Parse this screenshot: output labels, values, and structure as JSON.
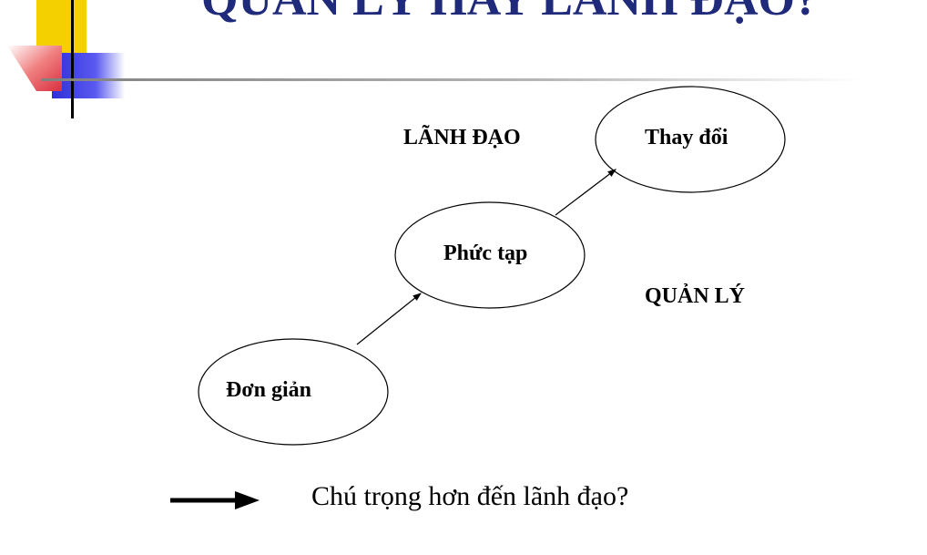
{
  "slide": {
    "title": "QUẢN LÝ HAY LÃNH ĐẠO?"
  },
  "diagram": {
    "nodes": [
      {
        "id": "simple",
        "label": "Đơn giản"
      },
      {
        "id": "complex",
        "label": "Phức tạp"
      },
      {
        "id": "change",
        "label": "Thay đổi"
      }
    ],
    "side_labels": {
      "leadership": "LÃNH ĐẠO",
      "management": "QUẢN LÝ"
    }
  },
  "footer": {
    "caption": "Chú trọng hơn đến lãnh đạo?"
  },
  "colors": {
    "title": "#1f2a7a",
    "deco_yellow": "#f4d000",
    "deco_blue": "#3336e6",
    "deco_red": "#e0505a",
    "rule": "#9a9a9a"
  }
}
